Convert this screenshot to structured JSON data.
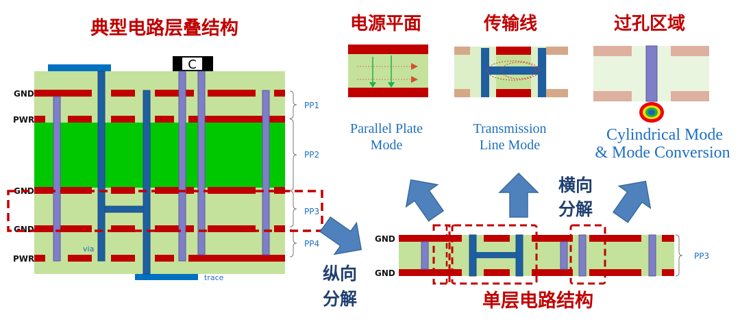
{
  "stackup": {
    "title": "典型电路层叠结构",
    "layer_labels": [
      "GND",
      "PWR",
      "GND",
      "GND",
      "PWR"
    ],
    "pp_labels": [
      "PP1",
      "PP2",
      "PP3",
      "PP4"
    ],
    "component_label": "C",
    "via_label": "via",
    "trace_label": "trace"
  },
  "modes": [
    {
      "title": "电源平面",
      "caption_line1": "Parallel Plate",
      "caption_line2": "Mode"
    },
    {
      "title": "传输线",
      "caption_line1": "Transmission",
      "caption_line2": "Line Mode"
    },
    {
      "title": "过孔区域",
      "caption_line1": "Cylindrical Mode",
      "caption_line2": "& Mode Conversion"
    }
  ],
  "vertical_decomp": {
    "line1": "纵向",
    "line2": "分解"
  },
  "horizontal_decomp": {
    "line1": "横向",
    "line2": "分解"
  },
  "single_layer": {
    "title": "单层电路结构",
    "layer_labels": [
      "GND",
      "GND"
    ],
    "pp_label": "PP3"
  },
  "colors": {
    "title_red": "#C00000",
    "plane_red": "#C00000",
    "dielectric_light": "#C4E29B",
    "dielectric_core": "#00C800",
    "via_blue": "#1F5FA0",
    "via_purple": "#7F7FC8",
    "arrow_blue": "#4F81BD",
    "label_blue": "#1F6FC0",
    "text_navy": "#1F3F6F"
  }
}
